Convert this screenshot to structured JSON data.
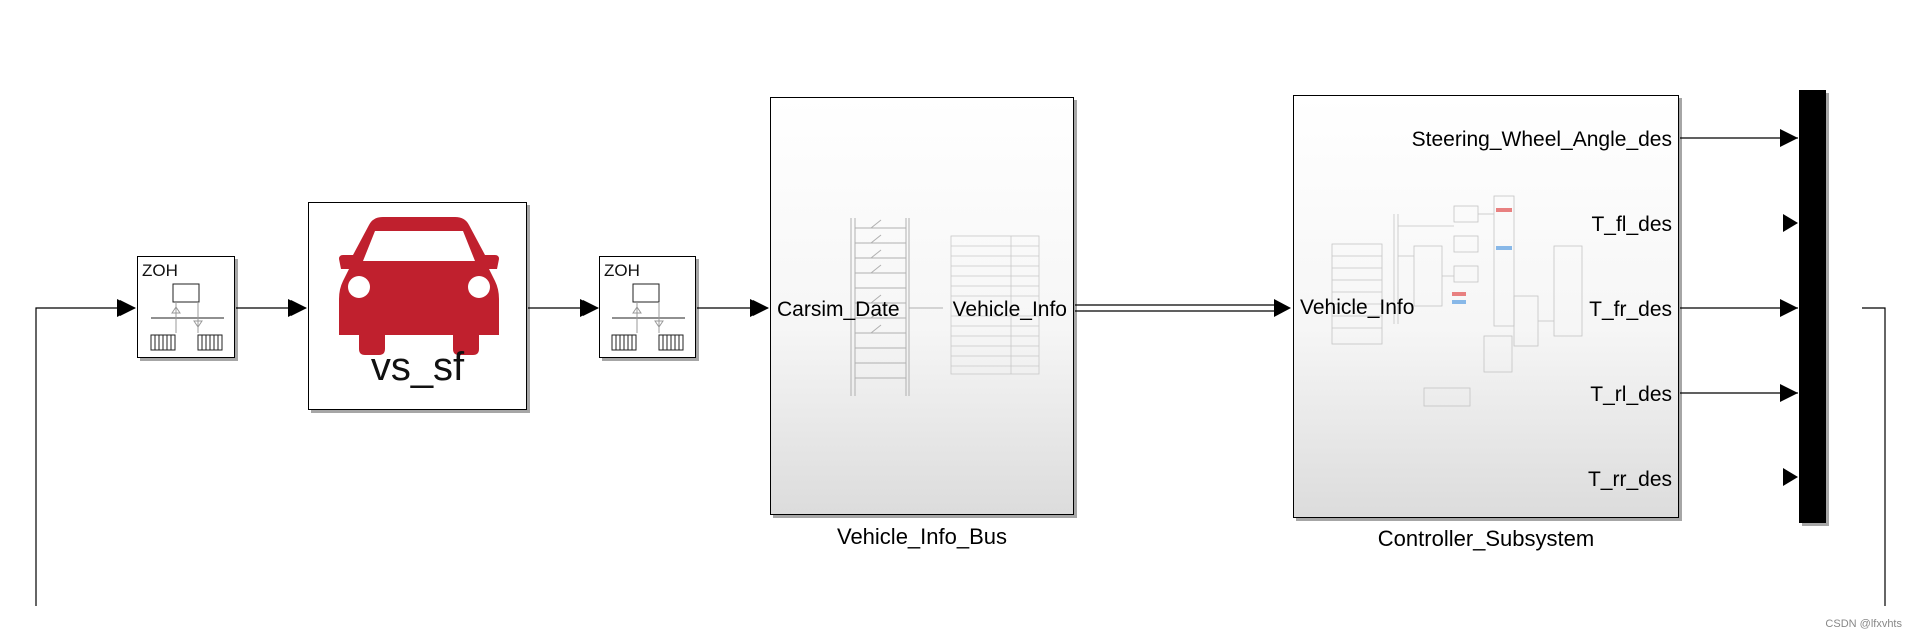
{
  "blocks": {
    "zoh1": {
      "label": "ZOH"
    },
    "vs_sf": {
      "label": "vs_sf",
      "icon": "car-icon",
      "icon_color": "#c0202e"
    },
    "zoh2": {
      "label": "ZOH"
    },
    "vehicle_info_bus": {
      "caption": "Vehicle_Info_Bus",
      "input_port": "Carsim_Date",
      "output_port": "Vehicle_Info"
    },
    "controller_subsystem": {
      "caption": "Controller_Subsystem",
      "input_port": "Vehicle_Info",
      "output_ports": [
        "Steering_Wheel_Angle_des",
        "T_fl_des",
        "T_fr_des",
        "T_rl_des",
        "T_rr_des"
      ]
    },
    "mux": {
      "icon": "mux-bar-icon"
    }
  },
  "watermark": "CSDN @lfxvhts"
}
